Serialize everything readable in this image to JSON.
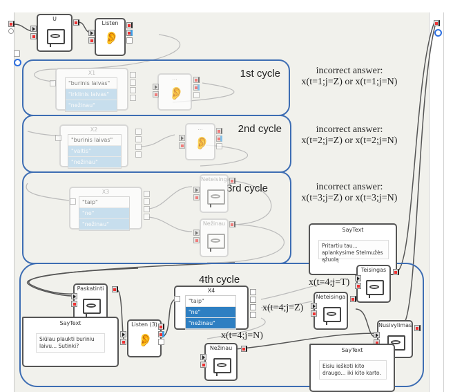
{
  "regions": [
    {
      "id": "cycle1",
      "label": "1st cycle"
    },
    {
      "id": "cycle2",
      "label": "2nd cycle"
    },
    {
      "id": "cycle3",
      "label": "3rd cycle"
    },
    {
      "id": "cycle4",
      "label": "4th cycle"
    }
  ],
  "annotations": {
    "c1_line1": "incorrect answer:",
    "c1_line2": "x(t=1;j=Z) or x(t=1;j=N)",
    "c2_line1": "incorrect answer:",
    "c2_line2": "x(t=2;j=Z) or x(t=2;j=N)",
    "c3_line1": "incorrect answer:",
    "c3_line2": "x(t=3;j=Z) or x(t=3;j=N)",
    "t4_T": "x(t=4;j=T)",
    "t4_Z": "x(t=4;j=Z)",
    "t4_N": "x(t=4;j=N)"
  },
  "boxes": {
    "u": {
      "title": "U"
    },
    "listen": {
      "title": "Listen"
    },
    "listen1": {
      "title": "..."
    },
    "listen2": {
      "title": "..."
    },
    "x1": {
      "title": "X1",
      "options": [
        "\"burinis laivas\"",
        "\"irklinis laivas\"",
        "\"nežinau\""
      ]
    },
    "x2": {
      "title": "X2",
      "options": [
        "\"burinis laivas\"",
        "\"valtis\"",
        "\"nežinau\""
      ]
    },
    "x3": {
      "title": "X3",
      "options": [
        "\"taip\"",
        "\"ne\"",
        "\"nežinau\""
      ]
    },
    "x4": {
      "title": "X4",
      "options": [
        "\"taip\"",
        "\"ne\"",
        "\"nežinau\""
      ]
    },
    "neteisinga3": {
      "title": "Neteisinga"
    },
    "nezinau3": {
      "title": "Nežinau"
    },
    "paskatinti": {
      "title": "Paskatinti"
    },
    "listen3": {
      "title": "Listen (3)"
    },
    "teisingas": {
      "title": "Teisingas"
    },
    "neteisinga4": {
      "title": "Neteisinga"
    },
    "nusivylimas": {
      "title": "Nusivylimas"
    },
    "nezinau4": {
      "title": "Nežinau"
    }
  },
  "saytexts": {
    "st_top": {
      "title": "SayText",
      "text": "Pritartiu tau... aplankysime Stelmužės ąžuolą"
    },
    "st_left": {
      "title": "SayText",
      "text": "Siūlau plaukti buriniu laivu... Sutinki?"
    },
    "st_bottom": {
      "title": "SayText",
      "text": "Eisiu ieškoti kito draugo... iki kito karto."
    }
  },
  "colors": {
    "region_border": "#3d6db3",
    "canvas_bg": "#f1f1ec",
    "selected_option": "#2e7fc2",
    "faded_selected_option": "#b9d8ee",
    "stop_port": "#e33333"
  }
}
